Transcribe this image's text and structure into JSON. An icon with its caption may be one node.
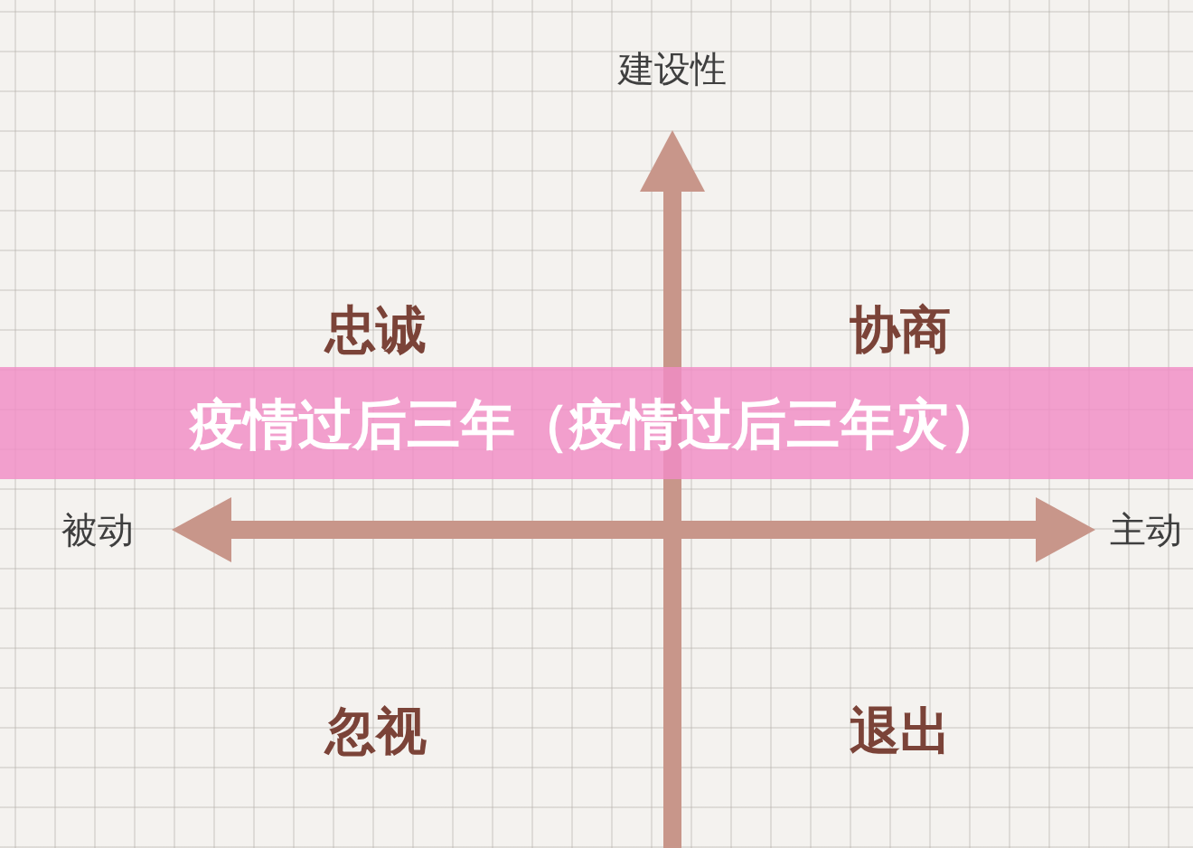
{
  "diagram": {
    "title": "疫情过后三年（疫情过后三年灾）",
    "labels": [
      "建设性",
      "忠诚",
      "协商",
      "被动",
      "主动",
      "忽视",
      "退出"
    ]
  }
}
